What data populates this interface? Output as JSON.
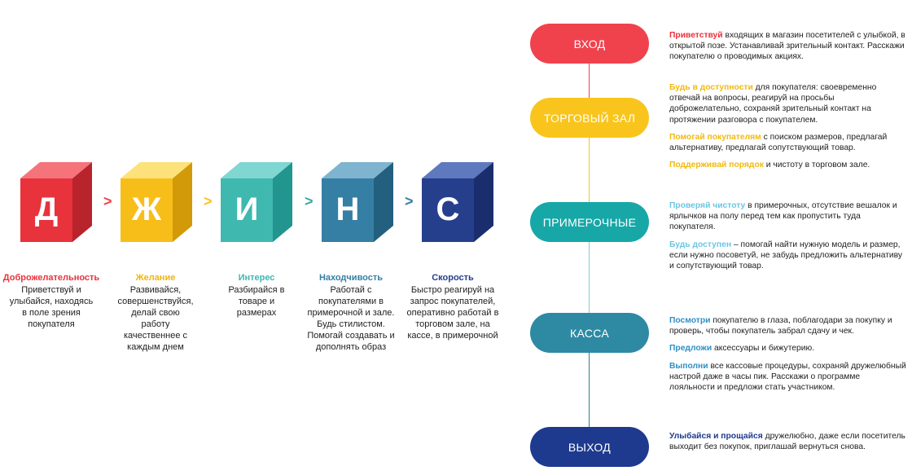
{
  "colors": {
    "red": "#f0424d",
    "yellow": "#f9c51d",
    "teal": "#17a7a7",
    "blue": "#3a86b0",
    "navy": "#283f8e",
    "pill_dark_blue": "#1e3a8e"
  },
  "cubes": [
    {
      "letter": "Д",
      "title": "Доброжелательность",
      "text": "Приветствуй и улыбайся, находясь в поле зрения покупателя"
    },
    {
      "letter": "Ж",
      "title": "Желание",
      "text": "Развивайся, совершенствуйся, делай свою работу качественнее с каждым днем"
    },
    {
      "letter": "И",
      "title": "Интерес",
      "text": "Разбирайся в товаре и размерах"
    },
    {
      "letter": "Н",
      "title": "Находчивость",
      "text": "Работай с покупателями в примерочной и зале. Будь стилистом. Помогай создавать и дополнять образ"
    },
    {
      "letter": "С",
      "title": "Скорость",
      "text": "Быстро реагируй на запрос покупателей, оперативно работай в торговом зале, на кассе, в примерочной"
    }
  ],
  "arrows": [
    ">",
    ">",
    ">",
    ">"
  ],
  "stages": [
    {
      "label": "ВХОД"
    },
    {
      "label": "ТОРГОВЫЙ ЗАЛ"
    },
    {
      "label": "ПРИМЕРОЧНЫЕ"
    },
    {
      "label": "КАССА"
    },
    {
      "label": "ВЫХОД"
    }
  ],
  "descriptions": {
    "vhod": [
      {
        "hl": "Приветствуй",
        "rest": " входящих в магазин посетителей с улыбкой, в открытой позе. Устанавливай зрительный контакт. Расскажи покупателю о проводимых акциях."
      }
    ],
    "zal": [
      {
        "hl": "Будь в доступности",
        "rest": " для покупателя: своевременно отвечай на вопросы, реагируй на просьбы доброжелательно, сохраняй зрительный контакт на протяжении разговора с покупателем."
      },
      {
        "hl": "Помогай покупателям",
        "rest": " с поиском размеров, предлагай альтернативу, предлагай сопутствующий товар."
      },
      {
        "hl": "Поддерживай порядок",
        "rest": " и чистоту в торговом зале."
      }
    ],
    "primer": [
      {
        "hl": "Проверяй чистоту",
        "rest": " в примерочных, отсутствие вешалок и ярлычков на полу перед тем как пропустить туда покупателя."
      },
      {
        "hl": "Будь доступен",
        "rest": " – помогай найти нужную модель и размер, если нужно посоветуй, не забудь предложить альтернативу и сопутствующий товар."
      }
    ],
    "kassa": [
      {
        "hl": "Посмотри",
        "rest": " покупателю в глаза, поблагодари за покупку и проверь, чтобы покупатель забрал сдачу и чек."
      },
      {
        "hl": "Предложи",
        "rest": " аксессуары и бижутерию."
      },
      {
        "hl": "Выполни",
        "rest": " все  кассовые процедуры, сохраняй дружелюбный настрой даже в часы пик. Расскажи о программе лояльности и предложи стать участником."
      }
    ],
    "vyhod": [
      {
        "hl": "Улыбайся и прощайся",
        "rest": " дружелюбно, даже если посетитель выходит без покупок, приглашай вернуться снова."
      }
    ]
  }
}
